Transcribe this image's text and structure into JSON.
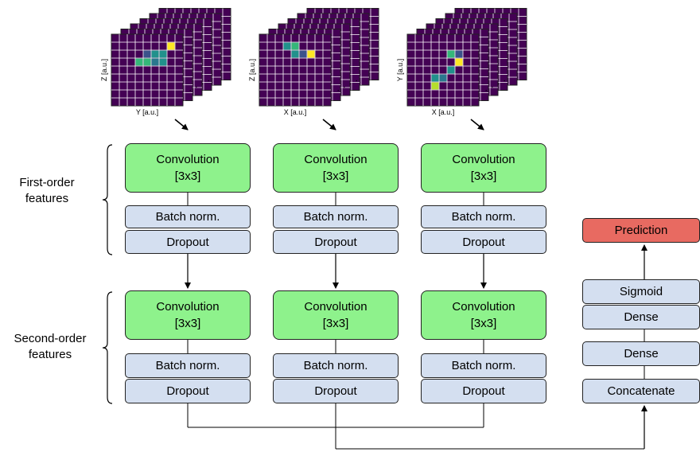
{
  "sections": {
    "first_order": {
      "line1": "First-order",
      "line2": "features"
    },
    "second_order": {
      "line1": "Second-order",
      "line2": "features"
    }
  },
  "stacks": [
    {
      "ylabel": "Z [a.u.]",
      "xlabel": "Y [a.u.]",
      "highlight": [
        [
          1,
          7,
          "#fde725"
        ],
        [
          2,
          4,
          "#3b528b"
        ],
        [
          2,
          5,
          "#21918c"
        ],
        [
          2,
          6,
          "#21918c"
        ],
        [
          3,
          3,
          "#35b779"
        ],
        [
          3,
          4,
          "#35b779"
        ],
        [
          3,
          5,
          "#2a788e"
        ],
        [
          3,
          6,
          "#21918c"
        ]
      ]
    },
    {
      "ylabel": "Z [a.u.]",
      "xlabel": "X [a.u.]",
      "highlight": [
        [
          1,
          3,
          "#21918c"
        ],
        [
          1,
          4,
          "#35b779"
        ],
        [
          2,
          4,
          "#21918c"
        ],
        [
          2,
          5,
          "#3b528b"
        ],
        [
          2,
          6,
          "#fde725"
        ]
      ]
    },
    {
      "ylabel": "Y [a.u.]",
      "xlabel": "X [a.u.]",
      "highlight": [
        [
          2,
          5,
          "#35b779"
        ],
        [
          2,
          6,
          "#3b528b"
        ],
        [
          3,
          6,
          "#fde725"
        ],
        [
          4,
          5,
          "#21918c"
        ],
        [
          5,
          3,
          "#21918c"
        ],
        [
          5,
          4,
          "#2a788e"
        ],
        [
          6,
          3,
          "#b5de2b"
        ]
      ]
    }
  ],
  "columns": [
    {
      "conv1": [
        "Convolution",
        "[3x3]"
      ],
      "norm1": "Batch norm.",
      "drop1": "Dropout",
      "conv2": [
        "Convolution",
        "[3x3]"
      ],
      "norm2": "Batch norm.",
      "drop2": "Dropout"
    },
    {
      "conv1": [
        "Convolution",
        "[3x3]"
      ],
      "norm1": "Batch norm.",
      "drop1": "Dropout",
      "conv2": [
        "Convolution",
        "[3x3]"
      ],
      "norm2": "Batch norm.",
      "drop2": "Dropout"
    },
    {
      "conv1": [
        "Convolution",
        "[3x3]"
      ],
      "norm1": "Batch norm.",
      "drop1": "Dropout",
      "conv2": [
        "Convolution",
        "[3x3]"
      ],
      "norm2": "Batch norm.",
      "drop2": "Dropout"
    }
  ],
  "head": {
    "prediction": "Prediction",
    "sigmoid": "Sigmoid",
    "dense1": "Dense",
    "dense2": "Dense",
    "concatenate": "Concatenate"
  },
  "colors": {
    "conv_fill": "#8ef28c",
    "norm_fill": "#d4dff0",
    "prediction_fill": "#e86a61",
    "heatmap_base": "#440154",
    "grid_line": "#ffffff"
  },
  "ellipsis": ". . . ."
}
